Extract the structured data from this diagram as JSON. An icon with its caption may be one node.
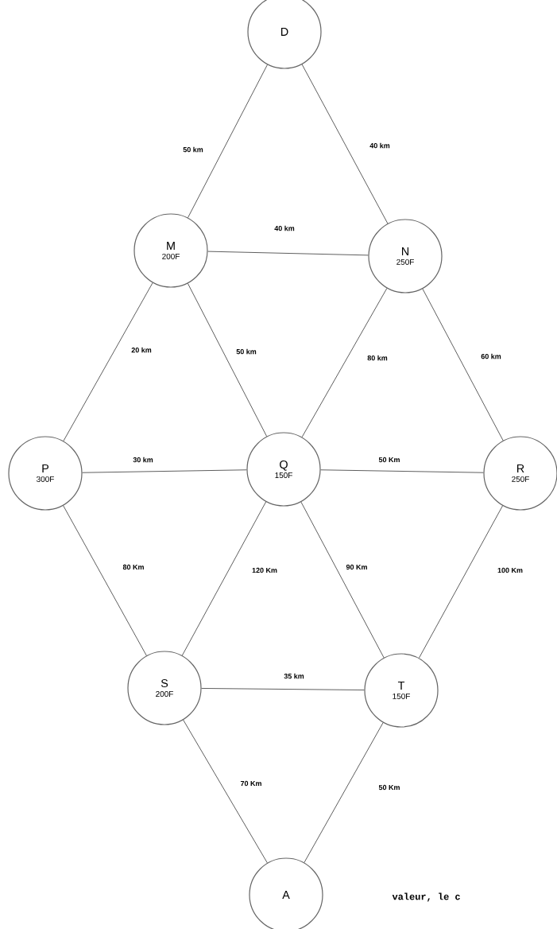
{
  "diagram": {
    "nodes": [
      {
        "text": [
          "D"
        ]
      },
      {
        "text": [
          "M",
          "200F"
        ]
      },
      {
        "text": [
          "N",
          "250F"
        ]
      },
      {
        "text": [
          "P",
          "300F"
        ]
      },
      {
        "text": [
          "Q",
          "150F"
        ]
      },
      {
        "text": [
          "R",
          "250F"
        ]
      },
      {
        "text": [
          "S",
          "200F"
        ]
      },
      {
        "text": [
          "T",
          "150F"
        ]
      },
      {
        "text": [
          "A"
        ]
      }
    ],
    "edges": [
      {
        "from": 0,
        "to": 1,
        "arrow": "none",
        "label": "50 km"
      },
      {
        "from": 0,
        "to": 2,
        "arrow": "none",
        "label": "40 km"
      },
      {
        "from": 1,
        "to": 2,
        "arrow": "none",
        "label": "40 km"
      },
      {
        "from": 1,
        "to": 3,
        "arrow": "none",
        "label": "20 km"
      },
      {
        "from": 1,
        "to": 4,
        "arrow": "none",
        "label": "50 km"
      },
      {
        "from": 2,
        "to": 4,
        "arrow": "none",
        "label": "80 km"
      },
      {
        "from": 2,
        "to": 5,
        "arrow": "none",
        "label": "60 km"
      },
      {
        "from": 3,
        "to": 4,
        "arrow": "none",
        "label": "30 km"
      },
      {
        "from": 4,
        "to": 5,
        "arrow": "none",
        "label": "50 Km"
      },
      {
        "from": 3,
        "to": 6,
        "arrow": "none",
        "label": "80 Km"
      },
      {
        "from": 4,
        "to": 6,
        "arrow": "none",
        "label": "120 Km"
      },
      {
        "from": 4,
        "to": 7,
        "arrow": "none",
        "label": "90 Km"
      },
      {
        "from": 5,
        "to": 7,
        "arrow": "none",
        "label": "100 Km"
      },
      {
        "from": 6,
        "to": 7,
        "arrow": "none",
        "label": "35 km"
      },
      {
        "from": 6,
        "to": 8,
        "arrow": "none",
        "label": "70 Km"
      },
      {
        "from": 7,
        "to": 8,
        "arrow": "none",
        "label": "50 Km"
      }
    ],
    "labels": [
      "valeur, le c"
    ]
  }
}
